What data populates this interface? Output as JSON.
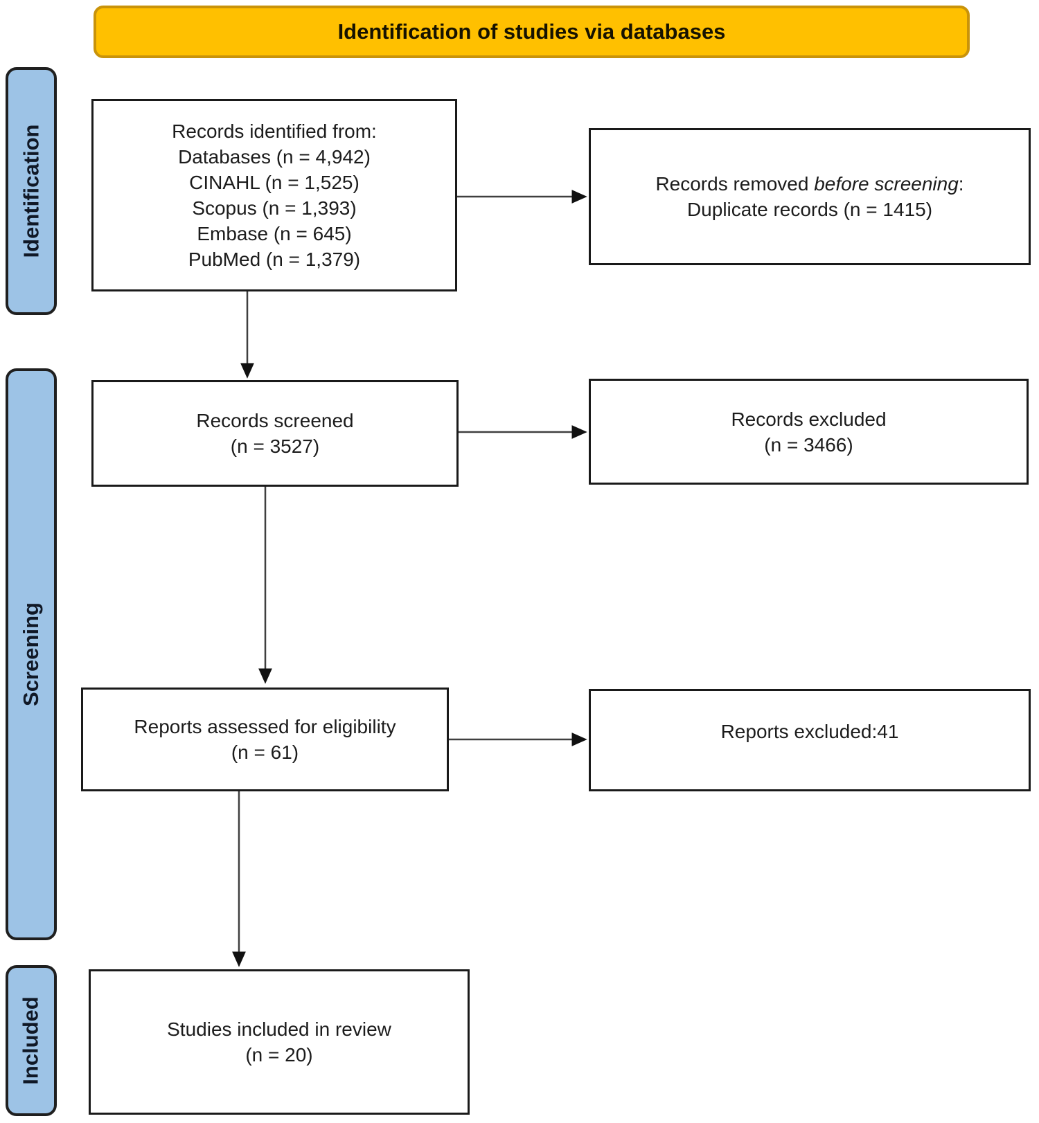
{
  "title": "Identification of studies via databases",
  "stages": {
    "identification": "Identification",
    "screening": "Screening",
    "included": "Included"
  },
  "boxes": {
    "records_identified": {
      "lines": [
        "Records identified from:",
        "Databases (n = 4,942)",
        "CINAHL (n = 1,525)",
        "Scopus (n = 1,393)",
        "Embase (n = 645)",
        "PubMed (n = 1,379)"
      ]
    },
    "records_removed": {
      "prefix": "Records removed ",
      "italic": "before screening",
      "suffix": ":",
      "line2": "Duplicate records (n = 1415)"
    },
    "records_screened": {
      "lines": [
        "Records screened",
        "(n = 3527)"
      ]
    },
    "records_excluded": {
      "lines": [
        "Records excluded",
        "(n = 3466)"
      ]
    },
    "reports_assessed": {
      "lines": [
        "Reports assessed for eligibility",
        "(n = 61)"
      ]
    },
    "reports_excluded": {
      "lines": [
        "Reports excluded:41"
      ]
    },
    "studies_included": {
      "lines": [
        "Studies included in review",
        "(n = 20)"
      ]
    }
  },
  "colors": {
    "banner_fill": "#FFC000",
    "banner_border": "#C9930A",
    "stage_fill": "#9DC3E6",
    "stage_border": "#1F1F1F",
    "box_border": "#1A1A1A",
    "arrow": "#3F3F3F"
  }
}
